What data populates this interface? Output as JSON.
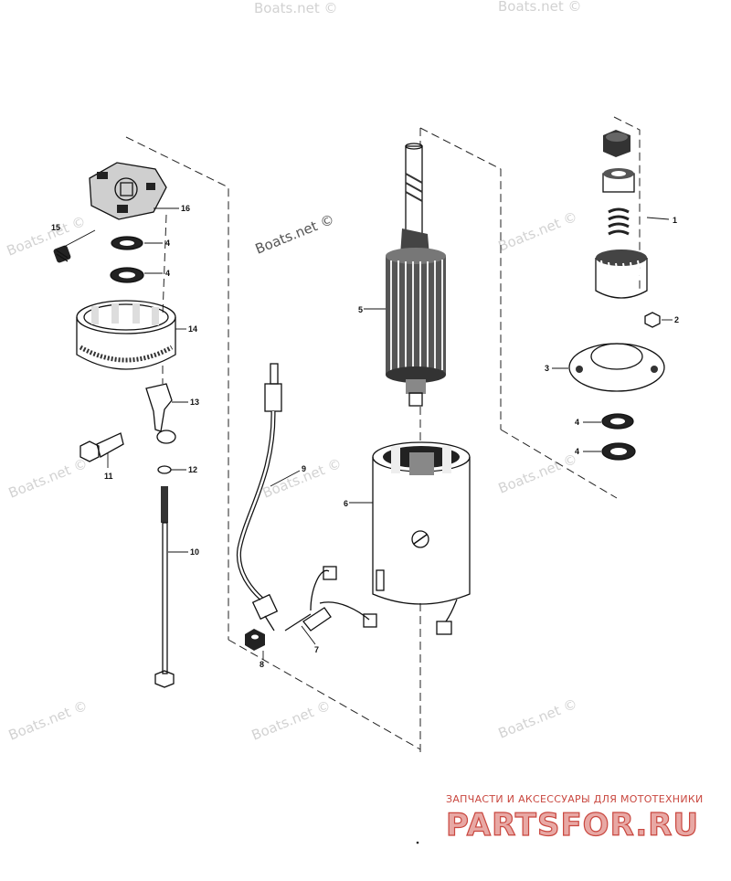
{
  "watermarks": {
    "small": "Boats.net ©",
    "main": "Boats.net ©"
  },
  "callouts": [
    "1",
    "2",
    "3",
    "4",
    "4",
    "5",
    "6",
    "7",
    "8",
    "9",
    "10",
    "11",
    "12",
    "13",
    "14",
    "15",
    "16",
    "4",
    "4"
  ],
  "banner": {
    "top_text": "ЗАПЧАСТИ И АКСЕССУАРЫ ДЛЯ МОТОТЕХНИКИ",
    "logo_text": "PARTSFOR.RU",
    "logo_colors": {
      "fill": "#e8a8a4",
      "outline": "#c9473f"
    }
  }
}
